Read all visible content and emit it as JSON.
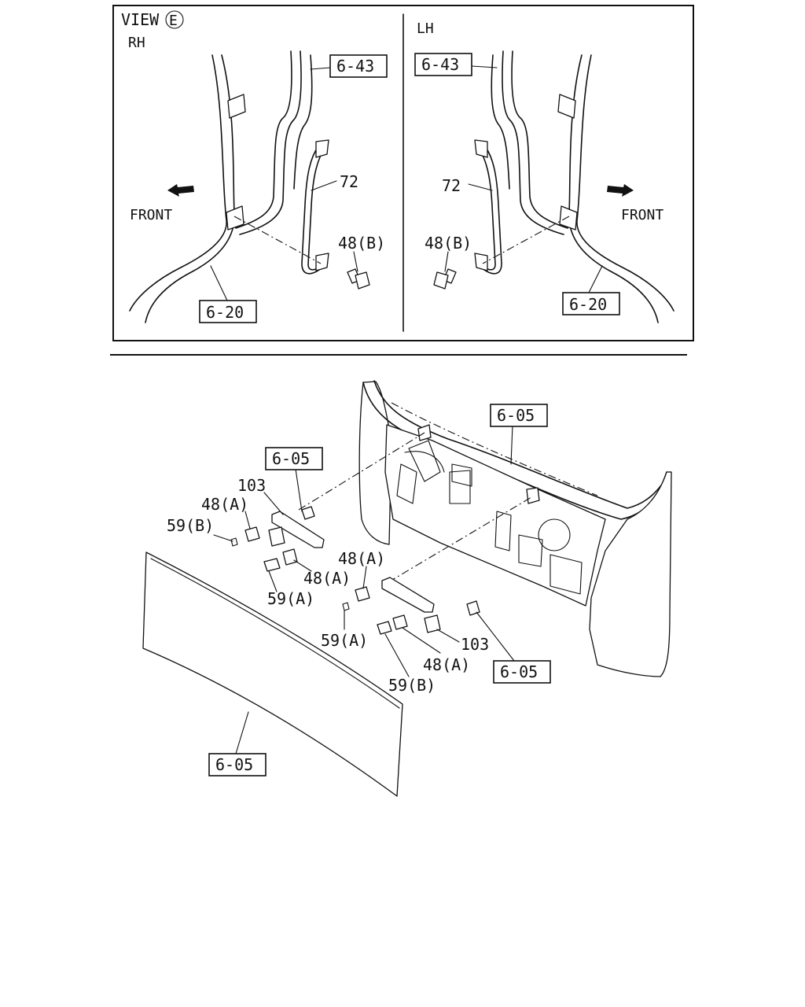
{
  "view_header": {
    "view_word": "VIEW",
    "view_letter": "E"
  },
  "rh_panel": {
    "side": "RH",
    "front": "FRONT",
    "ref_upper": "6-43",
    "ref_lower": "6-20",
    "part_bar": "72",
    "part_bolt": "48(B)"
  },
  "lh_panel": {
    "side": "LH",
    "front": "FRONT",
    "ref_upper": "6-43",
    "ref_lower": "6-20",
    "part_bar": "72",
    "part_bolt": "48(B)"
  },
  "main_view": {
    "ref_cab": "6-05",
    "ref_left_bracket": "6-05",
    "ref_right_bracket": "6-05",
    "ref_panel": "6-05",
    "labels": {
      "p103_left": "103",
      "p48a_left_top": "48(A)",
      "p59b_left": "59(B)",
      "p48a_left_bottom": "48(A)",
      "p59a_left": "59(A)",
      "p48a_right_top": "48(A)",
      "p59a_right": "59(A)",
      "p103_right": "103",
      "p48a_right_bottom": "48(A)",
      "p59b_right": "59(B)"
    }
  }
}
